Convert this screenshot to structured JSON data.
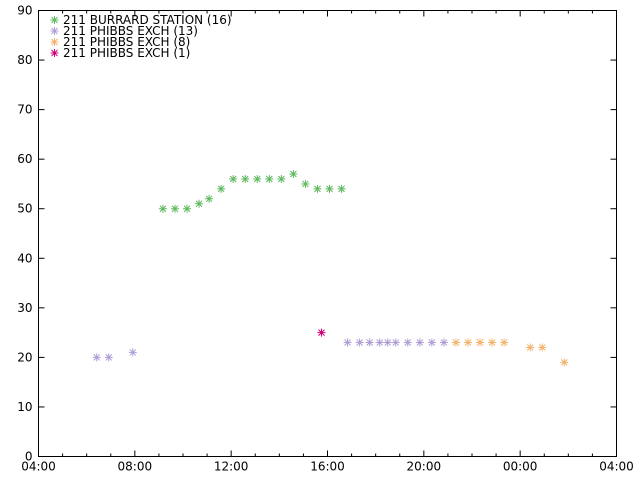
{
  "chart_data": {
    "type": "scatter",
    "title": "",
    "xlabel": "",
    "ylabel": "",
    "x_is_time": true,
    "xlim": [
      "04:00",
      "28:00"
    ],
    "x_ticks": [
      "04:00",
      "08:00",
      "12:00",
      "16:00",
      "20:00",
      "00:00",
      "04:00"
    ],
    "ylim": [
      0,
      90
    ],
    "y_ticks": [
      0,
      10,
      20,
      30,
      40,
      50,
      60,
      70,
      80,
      90
    ],
    "grid": false,
    "legend_position": "top-left",
    "marker": "asterisk",
    "series": [
      {
        "name": "211 BURRARD STATION (16)",
        "color": "#5fb95f",
        "points": [
          {
            "x": "09:10",
            "y": 50
          },
          {
            "x": "09:40",
            "y": 50
          },
          {
            "x": "10:10",
            "y": 50
          },
          {
            "x": "10:40",
            "y": 51
          },
          {
            "x": "11:05",
            "y": 52
          },
          {
            "x": "11:35",
            "y": 54
          },
          {
            "x": "12:05",
            "y": 56
          },
          {
            "x": "12:35",
            "y": 56
          },
          {
            "x": "13:05",
            "y": 56
          },
          {
            "x": "13:35",
            "y": 56
          },
          {
            "x": "14:05",
            "y": 56
          },
          {
            "x": "14:35",
            "y": 57
          },
          {
            "x": "15:05",
            "y": 55
          },
          {
            "x": "15:35",
            "y": 54
          },
          {
            "x": "16:05",
            "y": 54
          },
          {
            "x": "16:35",
            "y": 54
          }
        ]
      },
      {
        "name": "211 PHIBBS EXCH (13)",
        "color": "#b09ed6",
        "points": [
          {
            "x": "06:25",
            "y": 20
          },
          {
            "x": "06:55",
            "y": 20
          },
          {
            "x": "07:55",
            "y": 21
          },
          {
            "x": "16:50",
            "y": 23
          },
          {
            "x": "17:20",
            "y": 23
          },
          {
            "x": "17:45",
            "y": 23
          },
          {
            "x": "18:10",
            "y": 23
          },
          {
            "x": "18:30",
            "y": 23
          },
          {
            "x": "18:50",
            "y": 23
          },
          {
            "x": "19:20",
            "y": 23
          },
          {
            "x": "19:50",
            "y": 23
          },
          {
            "x": "20:20",
            "y": 23
          },
          {
            "x": "20:50",
            "y": 23
          }
        ]
      },
      {
        "name": "211 PHIBBS EXCH (8)",
        "color": "#f5b26b",
        "points": [
          {
            "x": "21:20",
            "y": 23
          },
          {
            "x": "21:50",
            "y": 23
          },
          {
            "x": "22:20",
            "y": 23
          },
          {
            "x": "22:50",
            "y": 23
          },
          {
            "x": "23:20",
            "y": 23
          },
          {
            "x": "24:25",
            "y": 22
          },
          {
            "x": "24:55",
            "y": 22
          },
          {
            "x": "25:50",
            "y": 19
          }
        ]
      },
      {
        "name": "211 PHIBBS EXCH (1)",
        "color": "#cc0077",
        "points": [
          {
            "x": "15:45",
            "y": 25
          }
        ]
      }
    ]
  }
}
